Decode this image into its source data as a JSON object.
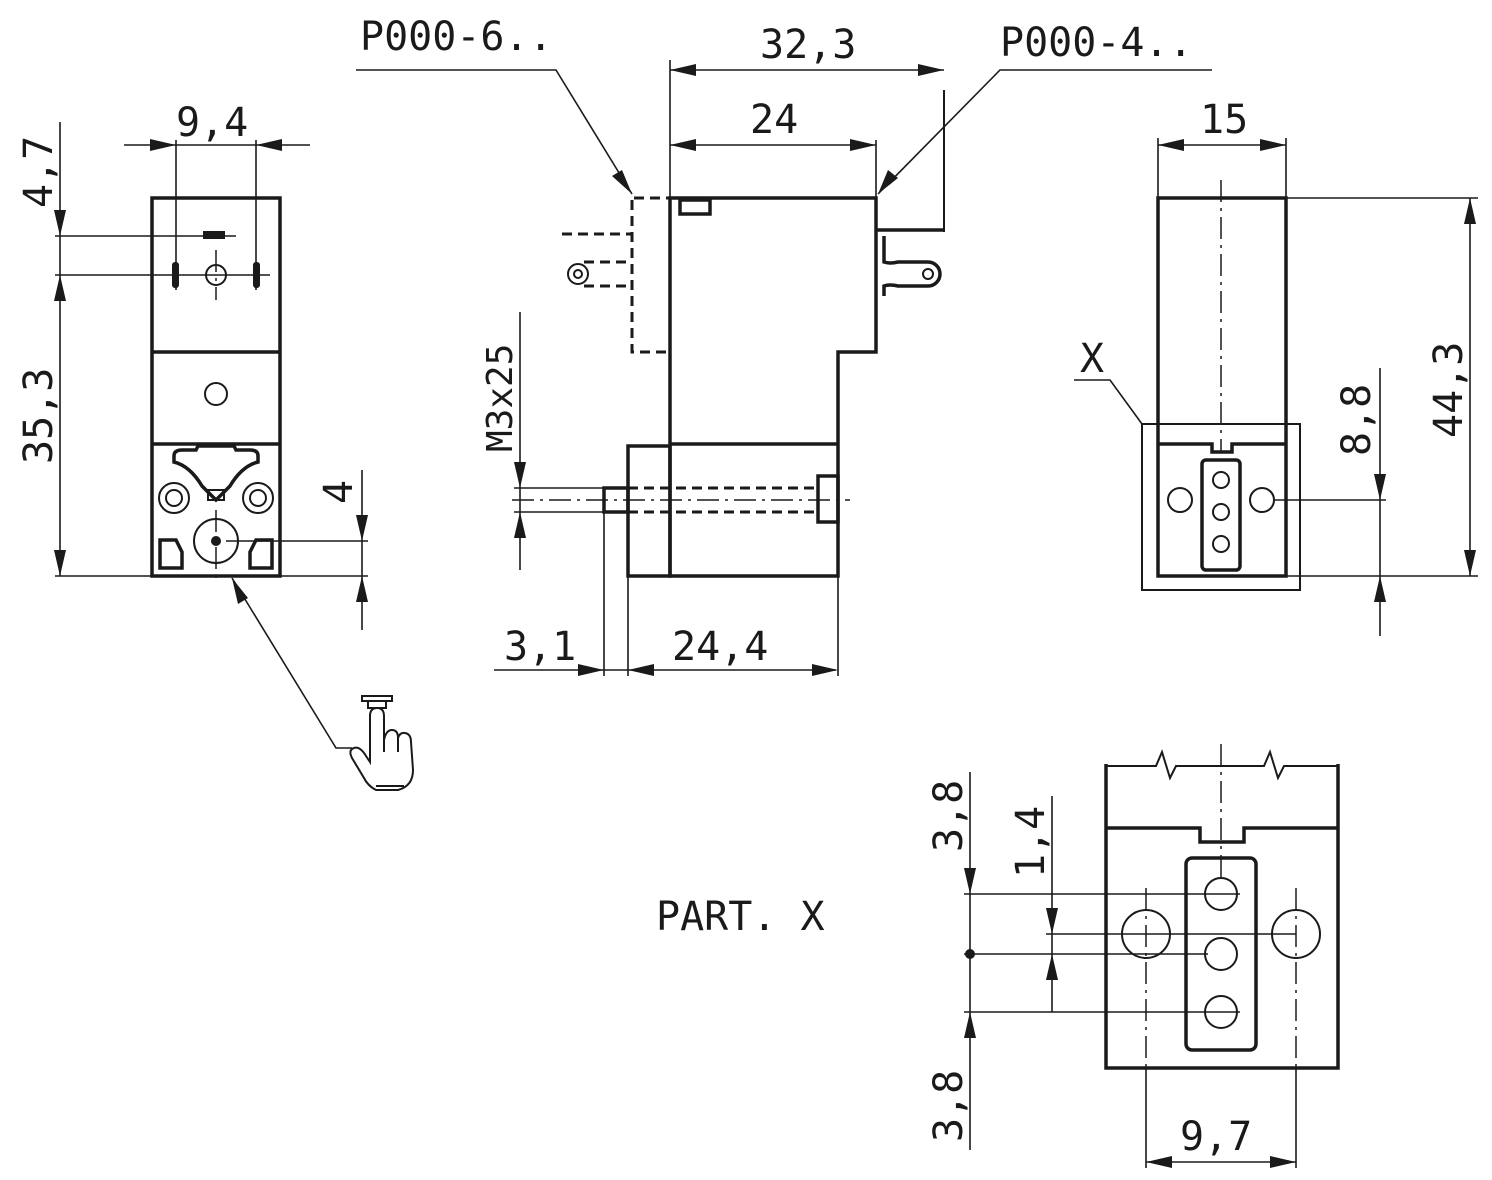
{
  "labels": {
    "callout_p6": "P000-6..",
    "callout_p4": "P000-4..",
    "dim_32_3": "32,3",
    "dim_24": "24",
    "dim_15": "15",
    "dim_9_4": "9,4",
    "dim_4_7": "4,7",
    "dim_35_3": "35,3",
    "dim_4": "4",
    "dim_m3x25": "M3x25",
    "dim_3_1": "3,1",
    "dim_24_4": "24,4",
    "detail_x": "X",
    "dim_44_3": "44,3",
    "dim_8_8": "8,8",
    "part_x": "PART. X",
    "dim_3_8_top": "3,8",
    "dim_1_4": "1,4",
    "dim_3_8_bottom": "3,8",
    "dim_9_7": "9,7"
  },
  "icons": {
    "manual_override": "pointing-hand-icon"
  }
}
